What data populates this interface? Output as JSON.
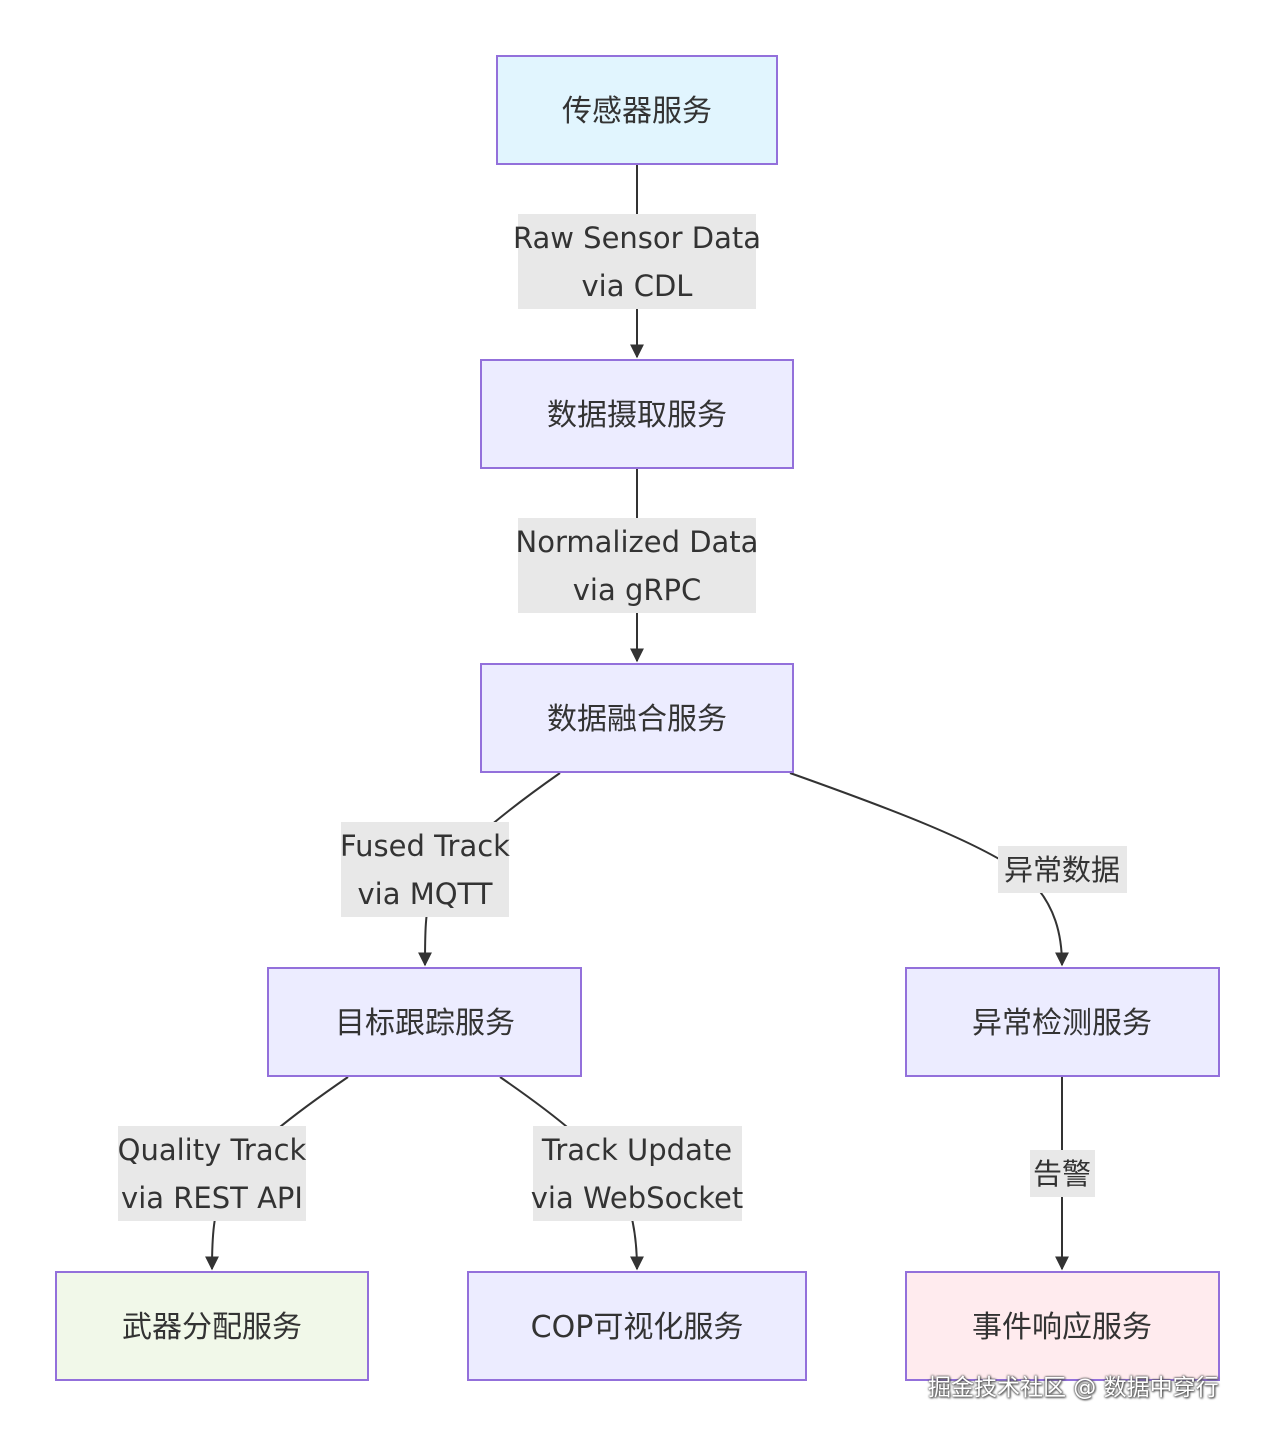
{
  "nodes": {
    "sensor": {
      "label": "传感器服务",
      "fill": "#e1f5fe"
    },
    "ingest": {
      "label": "数据摄取服务",
      "fill": "#ececff"
    },
    "fusion": {
      "label": "数据融合服务",
      "fill": "#ececff"
    },
    "tracking": {
      "label": "目标跟踪服务",
      "fill": "#ececff"
    },
    "anomaly": {
      "label": "异常检测服务",
      "fill": "#ececff"
    },
    "weapon": {
      "label": "武器分配服务",
      "fill": "#f1f8e9"
    },
    "cop": {
      "label": "COP可视化服务",
      "fill": "#ececff"
    },
    "incident": {
      "label": "事件响应服务",
      "fill": "#ffebee"
    }
  },
  "edges": {
    "sensor_ingest": [
      "Raw Sensor Data",
      "via CDL"
    ],
    "ingest_fusion": [
      "Normalized Data",
      "via gRPC"
    ],
    "fusion_tracking": [
      "Fused Track",
      "via MQTT"
    ],
    "fusion_anomaly": [
      "异常数据"
    ],
    "tracking_weapon": [
      "Quality Track",
      "via REST API"
    ],
    "tracking_cop": [
      "Track Update",
      "via WebSocket"
    ],
    "anomaly_incident": [
      "告警"
    ]
  },
  "colors": {
    "node_stroke": "#9370db",
    "edge_stroke": "#333333",
    "label_bg": "#e8e8e8",
    "text": "#333333"
  },
  "watermark": "掘金技术社区 @ 数据中穿行"
}
